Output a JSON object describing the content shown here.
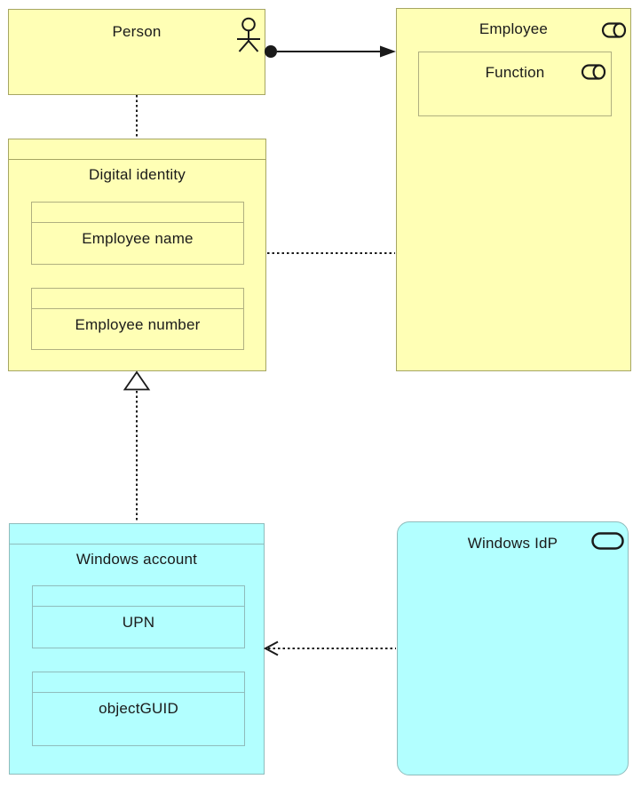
{
  "diagram": {
    "kind": "archimate-model-view",
    "colors": {
      "yellow_fill": "#FFFFB5",
      "yellow_border": "#A6A663",
      "cyan_fill": "#B2FFFF",
      "cyan_border": "#8FBCBC",
      "line_color": "#1a1a1a",
      "text_color": "#1a1a1a"
    },
    "nodes": {
      "person": {
        "label": "Person",
        "type": "business-actor",
        "icon": "actor-icon"
      },
      "employee": {
        "label": "Employee",
        "type": "business-role",
        "icon": "role-icon"
      },
      "function": {
        "label": "Function",
        "type": "business-role",
        "icon": "role-icon"
      },
      "digital_identity": {
        "label": "Digital identity",
        "type": "data-object"
      },
      "employee_name": {
        "label": "Employee name",
        "type": "data-object"
      },
      "employee_number": {
        "label": "Employee number",
        "type": "data-object"
      },
      "windows_account": {
        "label": "Windows account",
        "type": "data-object"
      },
      "upn": {
        "label": "UPN",
        "type": "data-object"
      },
      "objectguid": {
        "label": "objectGUID",
        "type": "data-object"
      },
      "windows_idp": {
        "label": "Windows IdP",
        "type": "service",
        "icon": "service-icon"
      }
    },
    "relations": [
      {
        "type": "assignment",
        "from": "Person",
        "to": "Employee",
        "line": "solid",
        "source_marker": "filled-ball",
        "target_marker": "filled-arrow"
      },
      {
        "type": "association",
        "from": "Person",
        "to": "Digital identity",
        "line": "dotted",
        "target_marker": "none"
      },
      {
        "type": "association",
        "from": "Digital identity",
        "to": "Employee",
        "line": "dotted",
        "target_marker": "none"
      },
      {
        "type": "realization",
        "from": "Windows account",
        "to": "Digital identity",
        "line": "dotted",
        "target_marker": "hollow-triangle"
      },
      {
        "type": "access",
        "from": "Windows IdP",
        "to": "Windows account",
        "line": "dotted",
        "target_marker": "open-arrow"
      }
    ]
  }
}
